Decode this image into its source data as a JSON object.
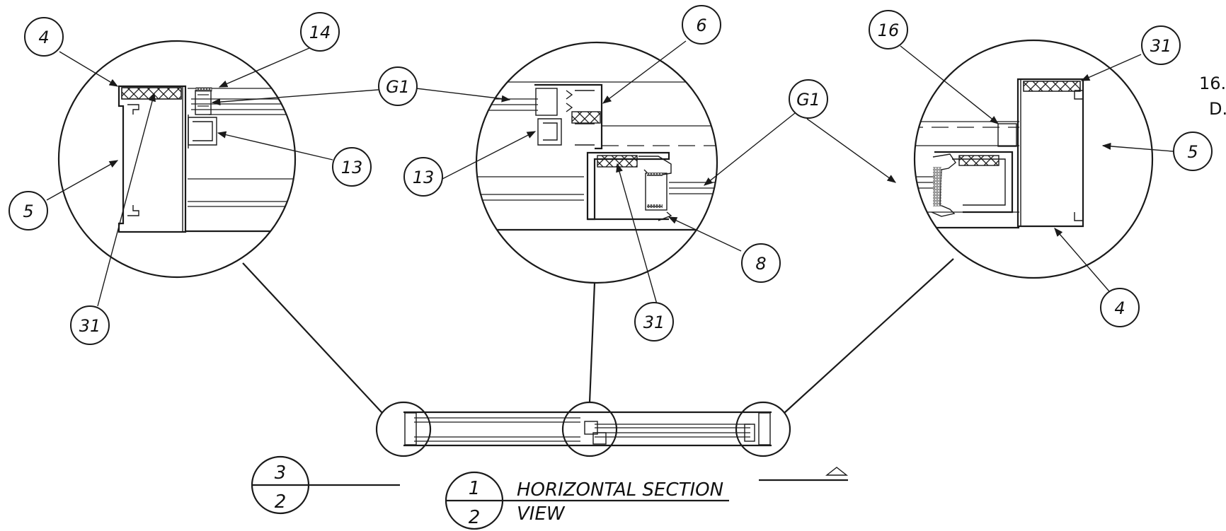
{
  "title_block": {
    "drawing_number": "1",
    "sheet_number": "2",
    "title_line1": "HORIZONTAL SECTION",
    "title_line2": "VIEW"
  },
  "reference_marker": {
    "top": "3",
    "bottom": "2"
  },
  "edge_text": {
    "line1": "16.",
    "line2": "D."
  },
  "callouts": {
    "c4_left": "4",
    "c14": "14",
    "c5_left": "5",
    "c31_left": "31",
    "c13_right_of_left": "13",
    "c6": "6",
    "c13_mid": "13",
    "c31_mid": "31",
    "c8": "8",
    "cG1_left": "G1",
    "cG1_right": "G1",
    "c16": "16",
    "c31_right": "31",
    "c5_right": "5",
    "c4_right": "4"
  }
}
